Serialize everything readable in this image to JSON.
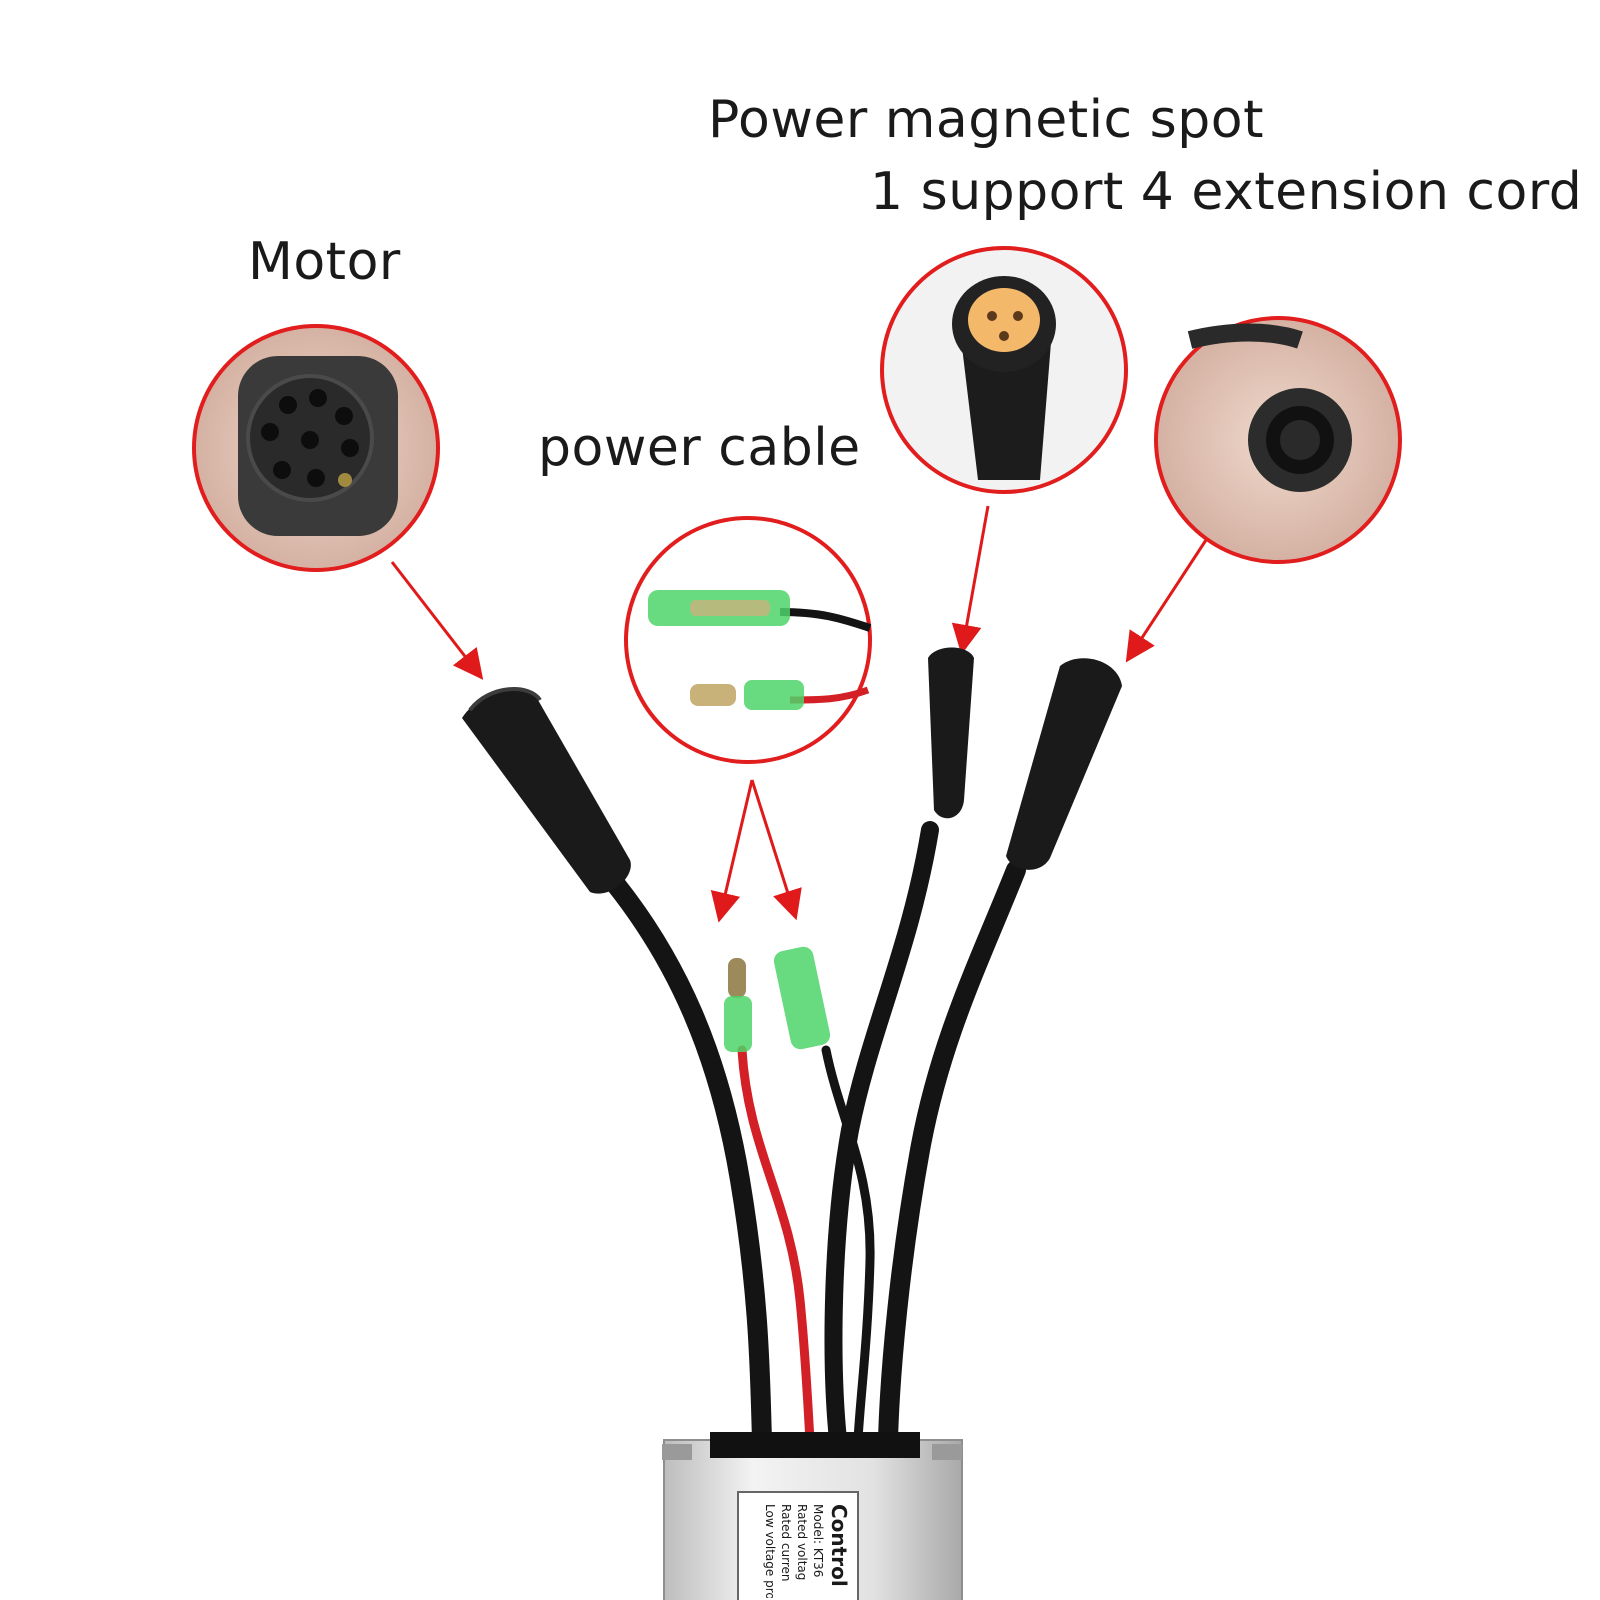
{
  "labels": {
    "motor": "Motor",
    "power_cable": "power cable",
    "power_magnetic_spot": "Power magnetic spot",
    "extension_cord": "1 support 4 extension cord"
  },
  "controller_label": {
    "title": "Control",
    "lines": [
      "Model: KT36",
      "Rated voltag",
      "Rated curren",
      "Low voltage pro"
    ]
  },
  "colors": {
    "callout_ring": "#e11d1d",
    "arrow": "#e01a1a",
    "cable": "#141414",
    "red_wire": "#d31f26",
    "connector_green": "#4ed36a",
    "controller_case": "#d9d9d9"
  }
}
